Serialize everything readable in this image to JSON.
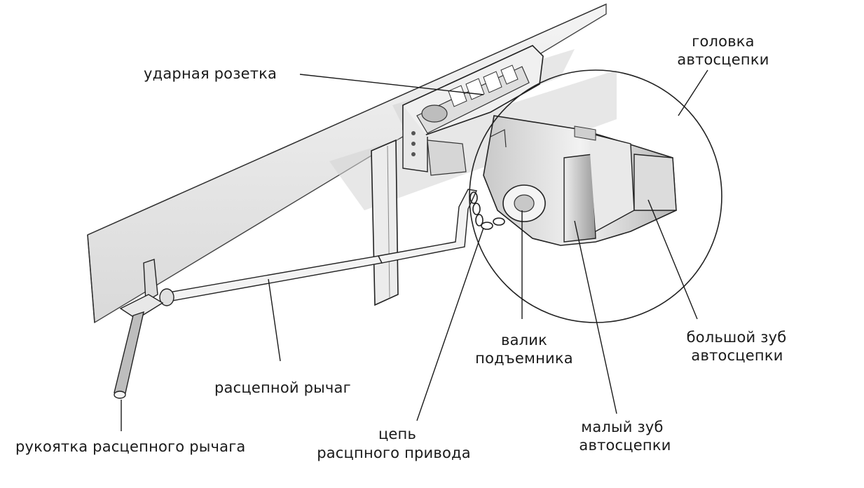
{
  "labels": {
    "udarnaya_rozetka": "ударная розетка",
    "golovka_1": "головка",
    "golovka_2": "автосцепки",
    "rastsepnoy_rychag": "расцепной рычаг",
    "rukoyatka": "рукоятка расцепного рычага",
    "valik_1": "валик",
    "valik_2": "подъемника",
    "bolshoy_zub_1": "большой зуб",
    "bolshoy_zub_2": "автосцепки",
    "maly_zub_1": "малый зуб",
    "maly_zub_2": "автосцепки",
    "tsep_1": "цепь",
    "tsep_2": "расцпного привода"
  },
  "colors": {
    "ink": "#1a1a1a",
    "shade": "#bdbdbd",
    "light": "#e6e6e6",
    "paper": "#ffffff"
  }
}
